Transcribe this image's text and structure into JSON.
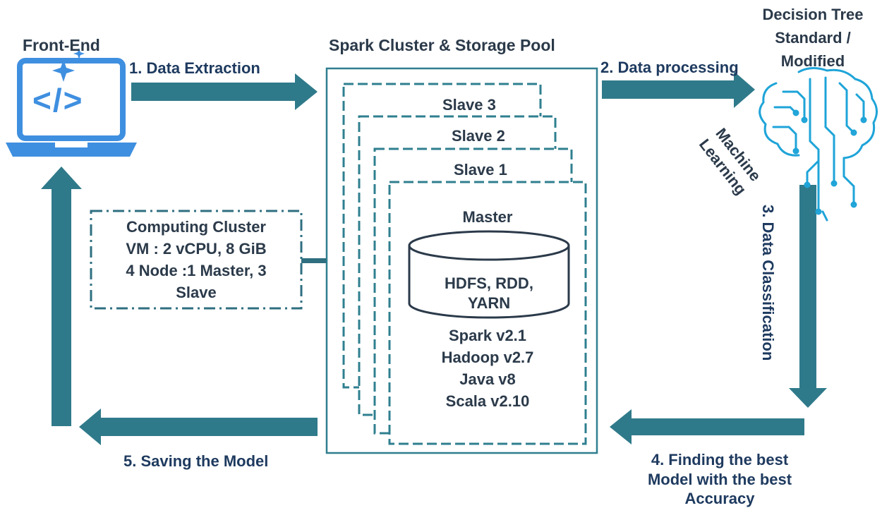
{
  "colors": {
    "arrow": "#2f7a8a",
    "arrow_dark": "#235e6b",
    "box_border": "#2f7f8f",
    "icon_blue": "#3f8fe0",
    "brain": "#1ea4d8",
    "text": "#2b3a4a",
    "step_text": "#1e3a5f"
  },
  "icons": {
    "front_end": "laptop-code-icon",
    "decision_tree": "circuit-brain-icon",
    "storage": "database-cylinder-icon"
  },
  "front_end": {
    "label": "Front-End",
    "code_glyph": "</>"
  },
  "cluster": {
    "title": "Spark Cluster & Storage Pool",
    "slaves": [
      "Slave 3",
      "Slave 2",
      "Slave 1"
    ],
    "master": {
      "label": "Master",
      "storage_lines": [
        "HDFS, RDD,",
        "YARN"
      ],
      "versions": [
        "Spark v2.1",
        "Hadoop v2.7",
        "Java v8",
        "Scala v2.10"
      ]
    }
  },
  "computing_cluster": {
    "lines": [
      "Computing Cluster",
      "VM :  2 vCPU, 8 GiB",
      "4 Node :1 Master, 3",
      "Slave"
    ]
  },
  "decision_tree": {
    "lines": [
      "Decision Tree",
      "Standard /",
      "Modified"
    ],
    "ml_lines": [
      "Machine",
      "Learning"
    ]
  },
  "steps": {
    "s1": "1. Data Extraction",
    "s2": "2. Data processing",
    "s3": "3. Data Classification",
    "s4_lines": [
      "4. Finding  the  best",
      "Model with the best",
      "Accuracy"
    ],
    "s5": "5. Saving the Model"
  }
}
